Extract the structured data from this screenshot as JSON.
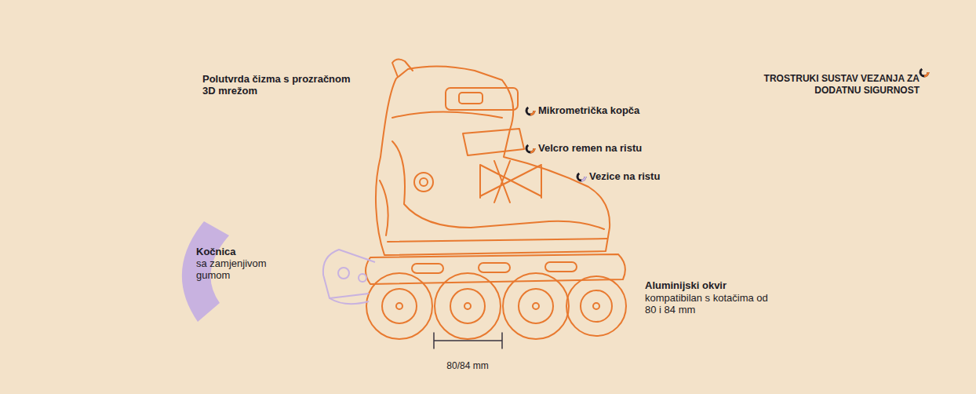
{
  "diagram": {
    "nodes": [
      {
        "text": [
          "Kočnica",
          "sa zamjenjivom gumom"
        ]
      }
    ],
    "labels": [
      "Polutvrda čizma s prozračnom 3D mrežom",
      "Mikrometrička kopča",
      "Velcro remen na ristu",
      "Vezice na ristu",
      "TROSTRUKI SUSTAV VEZANJA ZA DODATNU SIGURNOST",
      "Aluminijski okvir",
      "kompatibilan s kotačima od 80 i 84 mm",
      "80/84 mm"
    ]
  }
}
